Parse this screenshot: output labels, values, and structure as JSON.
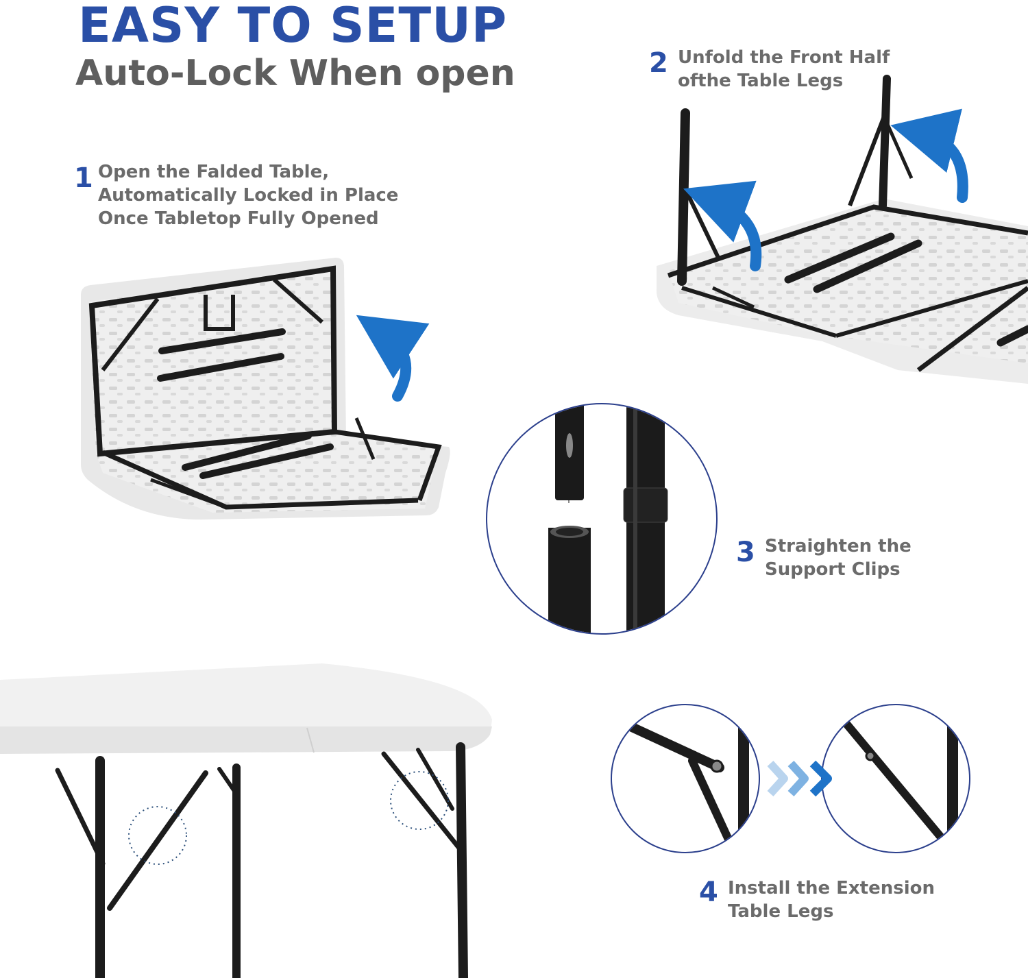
{
  "colors": {
    "title_blue": "#2a4fa6",
    "subtitle_gray": "#5e5e5e",
    "step_text_gray": "#6b6b6b",
    "arrow_blue": "#1e73c8",
    "circle_outline": "#2b3f8c",
    "frame_black": "#1c1c1c",
    "tabletop_white": "#f1f1f1"
  },
  "header": {
    "title": "EASY TO SETUP",
    "subtitle": "Auto-Lock When open"
  },
  "steps": [
    {
      "number": "1",
      "text": "Open the Falded Table,\nAutomatically Locked in Place\nOnce Tabletop Fully Opened"
    },
    {
      "number": "2",
      "text": "Unfold the Front Half\nofthe Table Legs"
    },
    {
      "number": "3",
      "text": "Straighten the\nSupport Clips"
    },
    {
      "number": "4",
      "text": "Install the Extension\nTable Legs"
    }
  ],
  "icons": {
    "arrows": [
      "curved-arrow-icon",
      "curved-arrow-icon",
      "curved-arrow-icon",
      "double-chevron-right-icon"
    ]
  }
}
